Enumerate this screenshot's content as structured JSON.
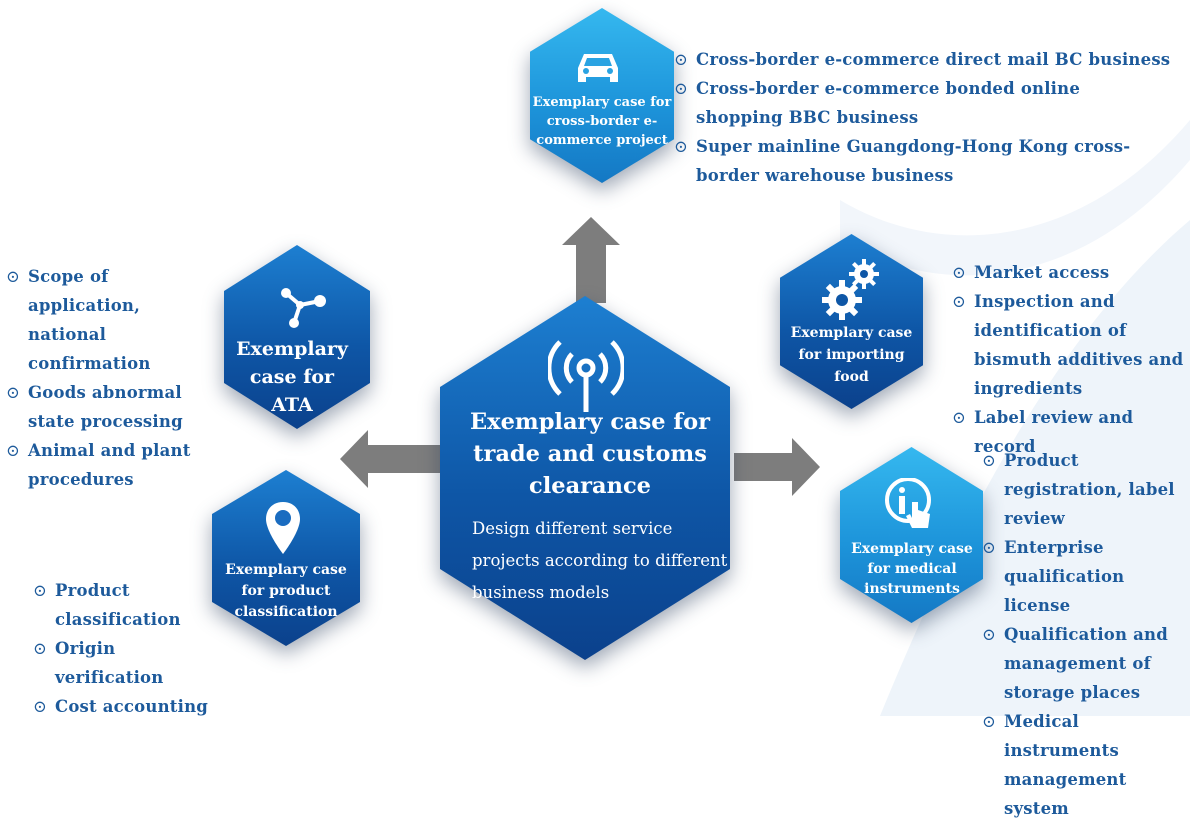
{
  "center": {
    "title": "Exemplary case for trade and customs clearance",
    "description": "Design different service projects according to different business models"
  },
  "cases": [
    {
      "id": "ecommerce",
      "title": "Exemplary case for cross-border e-commerce project",
      "icon": "car-icon",
      "items": [
        "Cross-border e-commerce direct mail BC business",
        "Cross-border e-commerce bonded online shopping BBC business",
        "Super mainline Guangdong-Hong Kong cross-border warehouse business"
      ]
    },
    {
      "id": "ata",
      "title": "Exemplary case for ATA",
      "icon": "network-nodes-icon",
      "items": [
        "Scope of application, national confirmation",
        "Goods abnormal state processing",
        "Animal and plant procedures"
      ]
    },
    {
      "id": "food",
      "title": "Exemplary case for importing food",
      "icon": "gears-icon",
      "items": [
        "Market access",
        "Inspection and identification of bismuth additives and ingredients",
        "Label review and record"
      ]
    },
    {
      "id": "classification",
      "title": "Exemplary case for product classification",
      "icon": "location-pin-icon",
      "items": [
        "Product classification",
        "Origin verification",
        "Cost accounting"
      ]
    },
    {
      "id": "medical",
      "title": "Exemplary case for medical instruments",
      "icon": "info-touch-icon",
      "items": [
        "Product registration, label review",
        "Enterprise qualification license",
        "Qualification and management of storage places",
        "Medical instruments management system"
      ]
    }
  ],
  "bullet_symbol": "⊙",
  "colors": {
    "hex_dark": "#0e56a6",
    "hex_light": "#1d94da",
    "list_text": "#1d5a9b",
    "arrow": "#7d7d7d",
    "background": "#ffffff"
  }
}
